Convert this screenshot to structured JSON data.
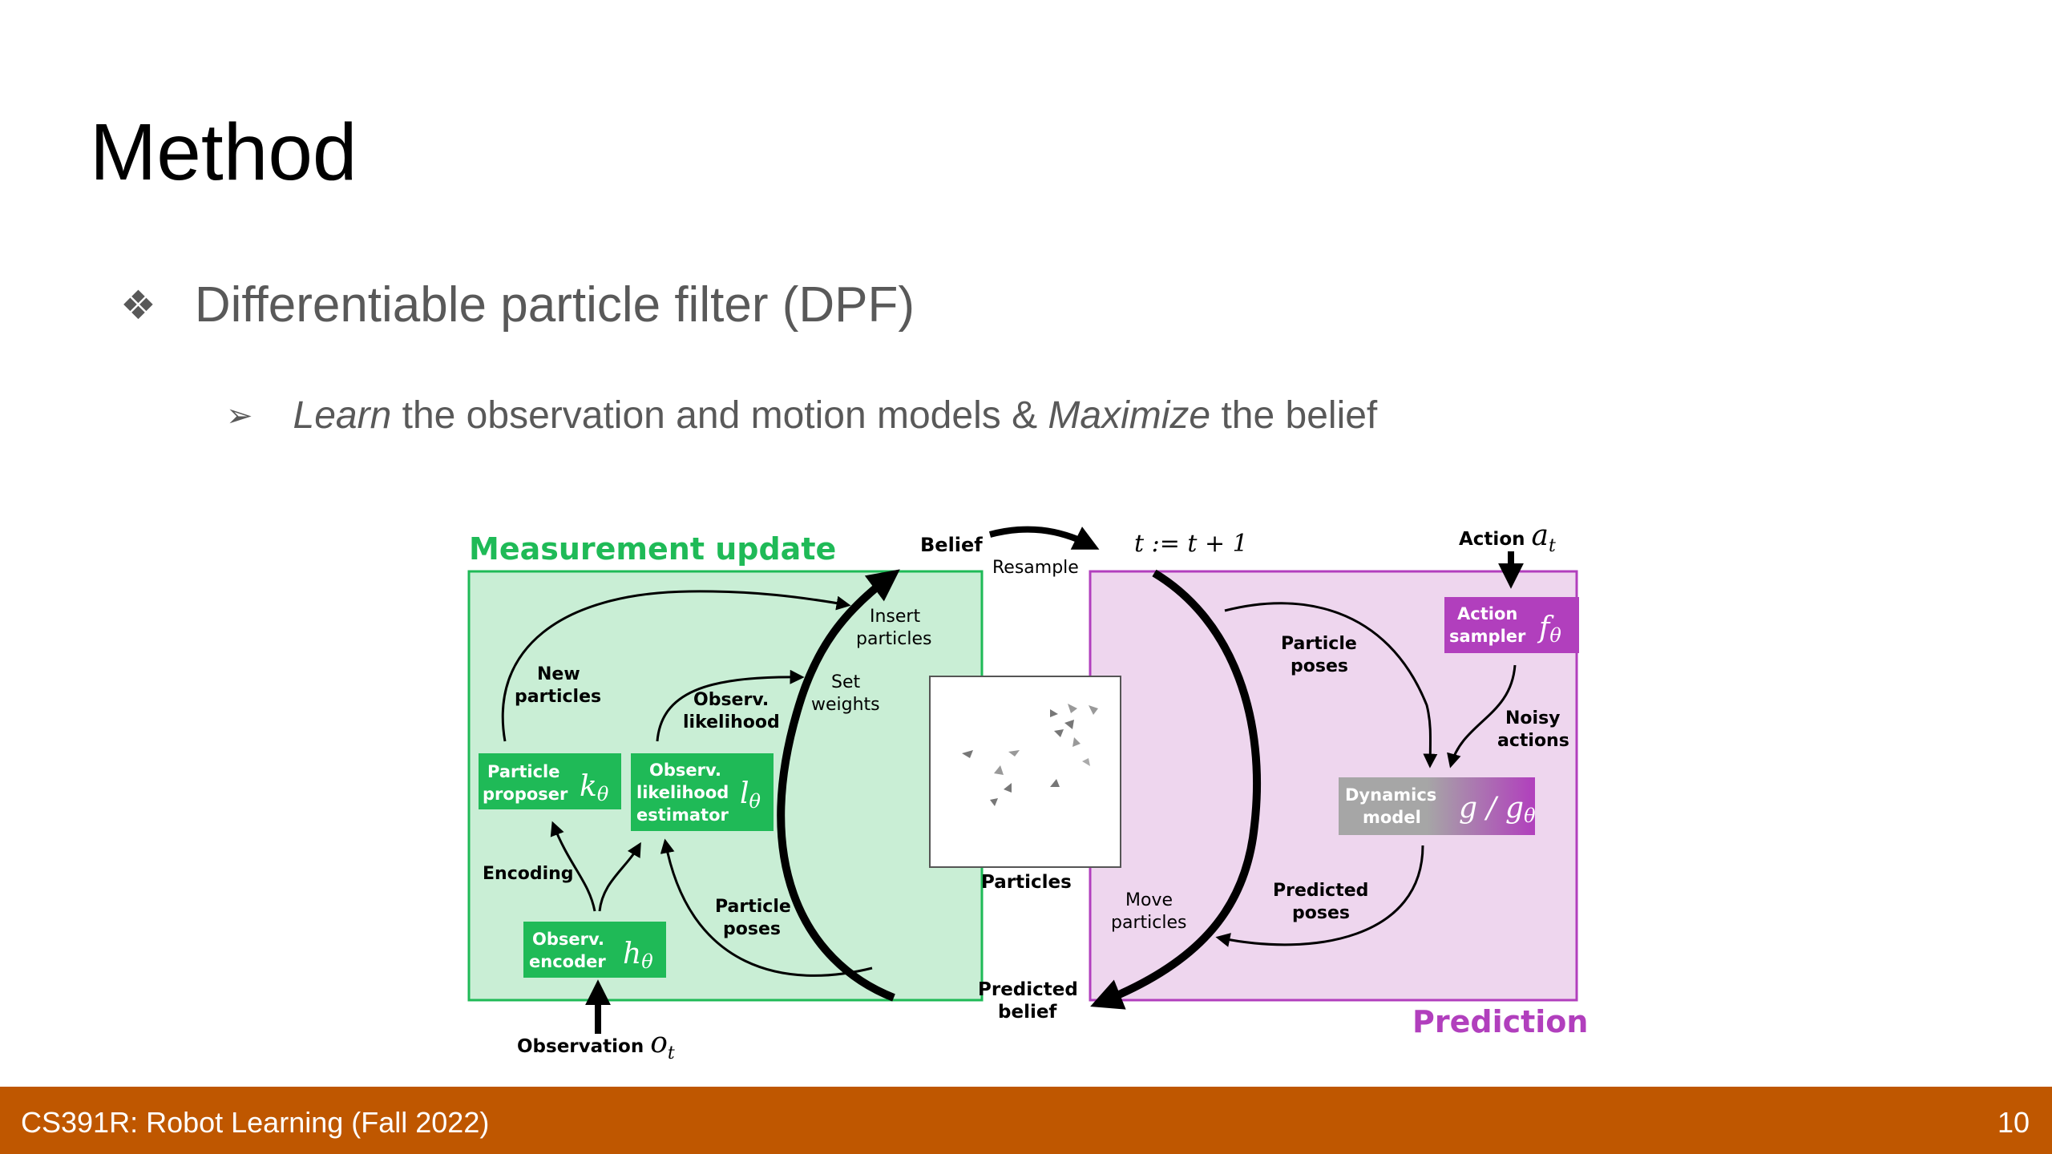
{
  "slide": {
    "title": "Method",
    "bullet1": "Differentiable particle filter (DPF)",
    "bullet2": {
      "learn": "Learn",
      "mid": " the observation and motion models & ",
      "maximize": "Maximize",
      "end": " the belief"
    }
  },
  "diagram": {
    "measurement_update": "Measurement update",
    "prediction": "Prediction",
    "belief": "Belief",
    "resample": "Resample",
    "time_step": "t := t + 1",
    "action_label": "Action",
    "action_var": "a",
    "action_sub": "t",
    "insert_particles": [
      "Insert",
      "particles"
    ],
    "set_weights": [
      "Set",
      "weights"
    ],
    "new_particles": [
      "New",
      "particles"
    ],
    "observ_likelihood": [
      "Observ.",
      "likelihood"
    ],
    "particle_proposer": [
      "Particle",
      "proposer"
    ],
    "proposer_var": "k",
    "likelihood_estimator": [
      "Observ.",
      "likelihood",
      "estimator"
    ],
    "likelihood_var": "l",
    "encoding": "Encoding",
    "observ_encoder": [
      "Observ.",
      "encoder"
    ],
    "encoder_var": "h",
    "observation_label": "Observation",
    "observation_var": "o",
    "observation_sub": "t",
    "particle_poses_left": [
      "Particle",
      "poses"
    ],
    "particles_caption": "Particles",
    "move_particles": [
      "Move",
      "particles"
    ],
    "predicted_belief": [
      "Predicted",
      "belief"
    ],
    "particle_poses_right": [
      "Particle",
      "poses"
    ],
    "action_sampler": [
      "Action",
      "sampler"
    ],
    "sampler_var": "f",
    "noisy_actions": [
      "Noisy",
      "actions"
    ],
    "dynamics_model": [
      "Dynamics",
      "model"
    ],
    "dynamics_var": "g / g",
    "predicted_poses": [
      "Predicted",
      "poses"
    ],
    "theta": "θ",
    "colors": {
      "green": "#1fba57",
      "green_light": "#c9eed5",
      "purple": "#b13fbd",
      "purple_light": "#eed6ee",
      "gray_box": "#a6a6a6"
    }
  },
  "footer": {
    "course": "CS391R: Robot Learning (Fall 2022)",
    "page": "10"
  }
}
